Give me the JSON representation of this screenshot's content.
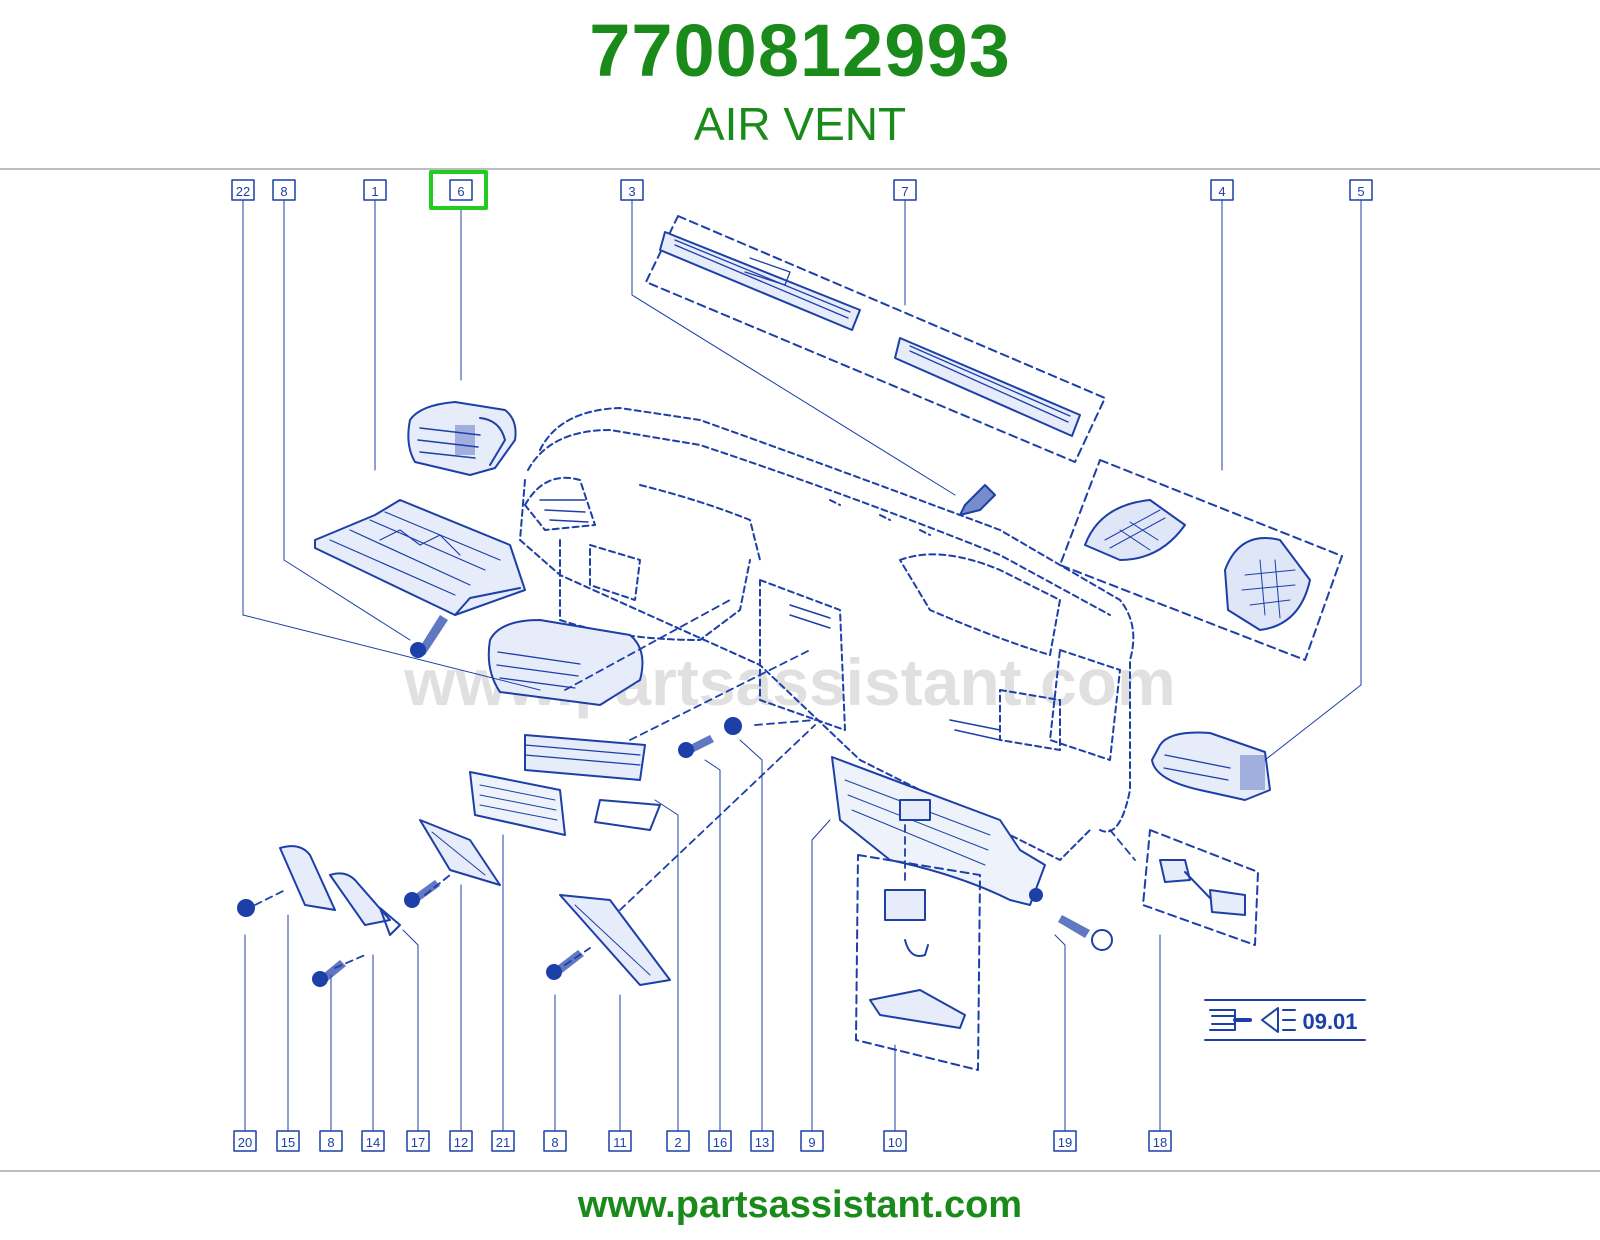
{
  "header": {
    "part_number": "7700812993",
    "part_name": "AIR VENT"
  },
  "diagram": {
    "highlighted_callout": "6",
    "top_callouts": [
      "22",
      "8",
      "1",
      "6",
      "3",
      "7",
      "4",
      "5"
    ],
    "bottom_callouts": [
      "20",
      "15",
      "8",
      "14",
      "17",
      "12",
      "21",
      "8",
      "11",
      "2",
      "16",
      "13",
      "9",
      "10",
      "19",
      "18"
    ],
    "watermark": "www.partsassistant.com",
    "stamp_code": "09.01",
    "colors": {
      "line": "#1c3fa8",
      "highlight": "#22cc22",
      "brand_green": "#1a8a1a"
    }
  },
  "footer": {
    "url": "www.partsassistant.com"
  }
}
